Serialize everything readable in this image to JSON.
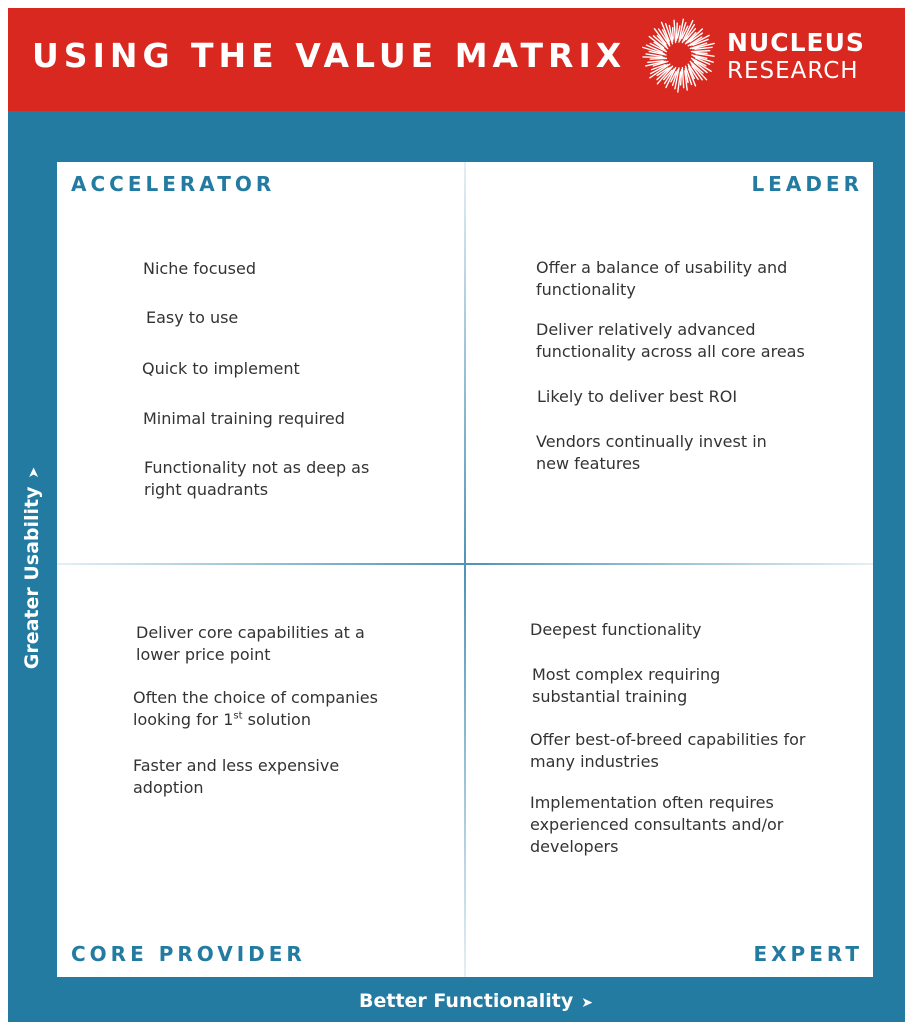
{
  "header": {
    "title": "USING THE VALUE MATRIX",
    "logo_line1": "NUCLEUS",
    "logo_line2": "RESEARCH"
  },
  "axes": {
    "y_label": "Greater Usability",
    "x_label": "Better Functionality",
    "arrow": "➤"
  },
  "quadrants": {
    "accelerator": {
      "title": "ACCELERATOR",
      "items": [
        "Niche focused",
        "Easy to use",
        "Quick to implement",
        "Minimal training required",
        "Functionality not as deep as right quadrants"
      ]
    },
    "leader": {
      "title": "LEADER",
      "items": [
        "Offer a balance of usability and functionality",
        "Deliver relatively advanced functionality across all core areas",
        "Likely to deliver best ROI",
        "Vendors continually invest in new features"
      ]
    },
    "core_provider": {
      "title": "CORE PROVIDER",
      "items": [
        "Deliver core capabilities at a lower price point",
        "Often the choice of companies looking for 1st solution",
        "Faster and less expensive adoption"
      ],
      "item2_main": "Often the choice of companies looking for 1",
      "item2_sup": "st",
      "item2_tail": " solution"
    },
    "expert": {
      "title": "EXPERT",
      "items": [
        "Deepest functionality",
        "Most complex requiring substantial training",
        "Offer best-of-breed capabilities for many industries",
        "Implementation often requires experienced consultants and/or developers"
      ]
    }
  },
  "colors": {
    "header_red": "#d9281f",
    "frame_blue": "#237ba1",
    "text_gray": "#333333"
  }
}
